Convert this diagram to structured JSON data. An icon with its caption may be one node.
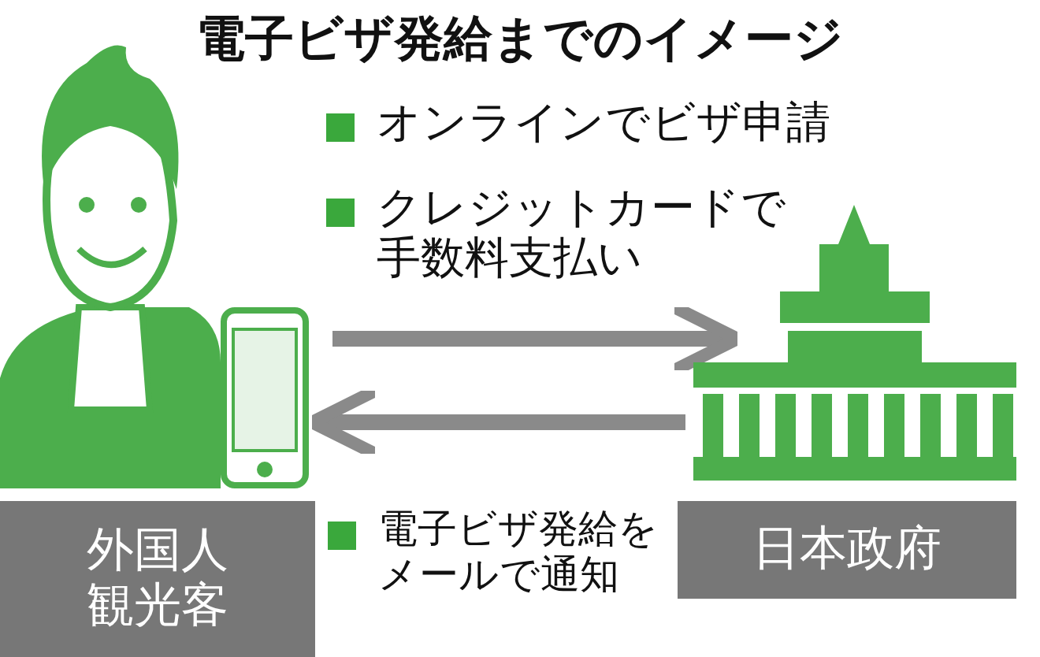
{
  "diagram": {
    "title": "電子ビザ発給までのイメージ",
    "nodes": [
      {
        "text": [],
        "shape": "person"
      },
      {
        "text": [],
        "shape": "picture"
      },
      {
        "text": [],
        "shape": "picture"
      },
      {
        "text": [
          "外国人観光客"
        ]
      },
      {
        "text": [
          "日本政府"
        ]
      }
    ],
    "edges": [
      {
        "from": 1,
        "to": 2,
        "arrow": "to"
      },
      {
        "from": 2,
        "to": 1,
        "arrow": "to"
      }
    ],
    "labels": [
      "オンラインでビザ申請",
      "クレジットカードで手数料支払い",
      "電子ビザ発給をメールで通知"
    ]
  }
}
